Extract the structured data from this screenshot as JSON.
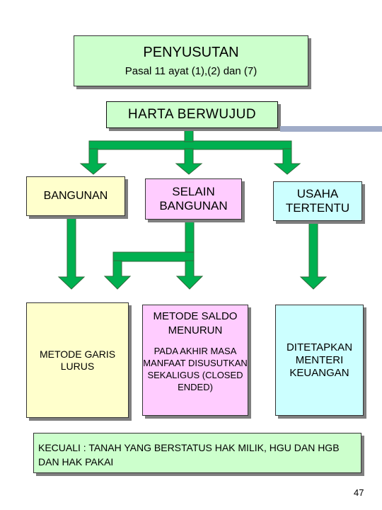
{
  "title": {
    "main": "PENYUSUTAN",
    "sub": "Pasal 11 ayat (1),(2) dan (7)"
  },
  "category": "HARTA BERWUJUD",
  "branches": {
    "bangunan": "BANGUNAN",
    "selain_bangunan": "SELAIN BANGUNAN",
    "usaha_tertentu": "USAHA TERTENTU"
  },
  "methods": {
    "garis_lurus": "METODE GARIS LURUS",
    "saldo_menurun": {
      "title": "METODE SALDO MENURUN",
      "description": "PADA AKHIR MASA MANFAAT DISUSUTKAN SEKALIGUS (CLOSED ENDED)"
    },
    "ditetapkan": "DITETAPKAN MENTERI KEUANGAN"
  },
  "exception": "KECUALI : TANAH YANG BERSTATUS HAK MILIK, HGU DAN HGB DAN HAK PAKAI",
  "page_number": "47",
  "colors": {
    "arrow": "#00b050",
    "green_box": "#ccffcc",
    "yellow_box": "#ffffcc",
    "pink_box": "#ffccff",
    "cyan_box": "#ccffff",
    "accent_line": "#a0acc8"
  }
}
